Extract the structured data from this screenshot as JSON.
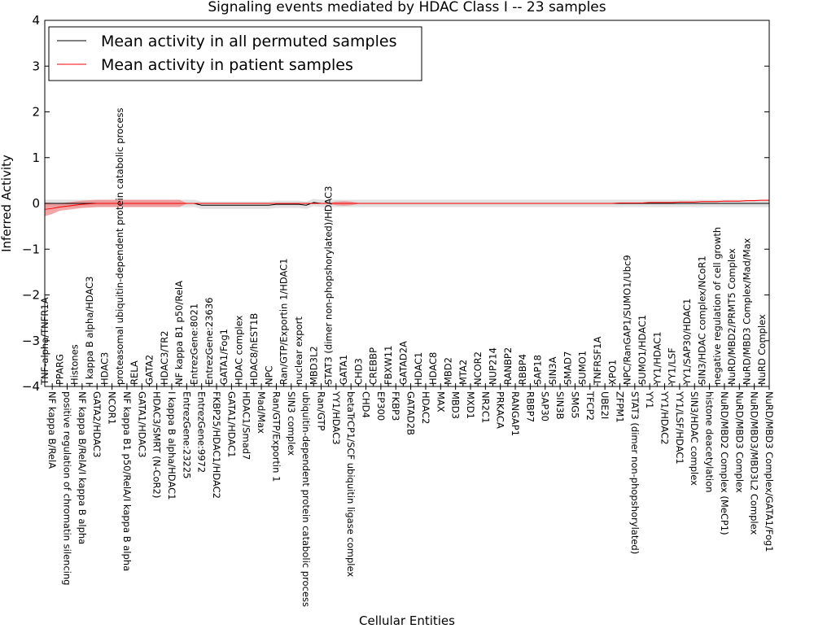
{
  "chart_data": {
    "type": "line",
    "title": "Signaling events mediated by HDAC Class I -- 23 samples",
    "xlabel": "Cellular Entities",
    "ylabel": "Inferred Activity",
    "ylim": [
      -4,
      4
    ],
    "yticks": [
      -4,
      -3,
      -2,
      -1,
      0,
      1,
      2,
      3,
      4
    ],
    "grid": false,
    "legend_placement": "top-left",
    "categories": [
      "TNF-alpha/TNFR1A",
      "NF kappa B/RelA",
      "PPARG",
      "positive regulation of chromatin silencing",
      "Histones",
      "NF kappa B/RelA/I kappa B alpha",
      "I kappa B alpha/HDAC3",
      "GATA2/HDAC3",
      "HDAC3",
      "NCOR1",
      "proteasomal ubiquitin-dependent protein catabolic process",
      "NF kappa B1 p50/RelA/I kappa B alpha",
      "RELA",
      "GATA1/HDAC3",
      "GATA2",
      "HDAC3/SMRT (N-CoR2)",
      "HDAC3/TR2",
      "I kappa B alpha/HDAC1",
      "NF kappa B1 p50/RelA",
      "EntrezGene:23225",
      "EntrezGene:8021",
      "EntrezGene:9972",
      "EntrezGene:23636",
      "FKBP25/HDAC1/HDAC2",
      "GATA1/Fog1",
      "GATA1/HDAC1",
      "HDAC complex",
      "HDAC1/Smad7",
      "HDAC8/hEST1B",
      "Mad/Max",
      "NPC",
      "Ran/GTP/Exportin 1",
      "Ran/GTP/Exportin 1/HDAC1",
      "SIN3 complex",
      "nuclear export",
      "ubiquitin-dependent protein catabolic process",
      "MBD3L2",
      "Ran/GTP",
      "STAT3 (dimer non-phopshorylated)/HDAC3",
      "YY1/HDAC3",
      "GATA1",
      "betaTrCP1/SCF ubiquitin ligase complex",
      "CHD3",
      "CHD4",
      "CREBBP",
      "EP300",
      "FBXW11",
      "FKBP3",
      "GATAD2A",
      "GATAD2B",
      "HDAC1",
      "HDAC2",
      "HDAC8",
      "MAX",
      "MBD2",
      "MBD3",
      "MTA2",
      "MXD1",
      "NCOR2",
      "NR2C1",
      "NUP214",
      "PRKACA",
      "RANBP2",
      "RANGAP1",
      "RBBP4",
      "RBBP7",
      "SAP18",
      "SAP30",
      "SIN3A",
      "SIN3B",
      "SMAD7",
      "SMG5",
      "SUMO1",
      "TFCP2",
      "TNFRSF1A",
      "UBE2I",
      "XPO1",
      "ZFPM1",
      "NPC/RanGAP1/SUMO1/Ubc9",
      "STAT3 (dimer non-phopshorylated)",
      "SUMO1/HDAC1",
      "YY1",
      "YY1/HDAC1",
      "YY1/HDAC2",
      "YY1/LSF",
      "YY1/LSF/HDAC1",
      "YY1/SAP30/HDAC1",
      "SIN3/HDAC complex",
      "SIN3/HDAC complex/NCoR1",
      "histone deacetylation",
      "negative regulation of cell growth",
      "NuRD/MBD2 Complex (MeCP1)",
      "NuRD/MBD2/PRMT5 Complex",
      "NuRD/MBD3 Complex",
      "NuRD/MBD3 Complex/Mad/Max",
      "NuRD/MBD3/MBD3L2 Complex",
      "NuRD Complex",
      "NuRD/MBD3 Complex/GATA1/Fog1"
    ],
    "series": [
      {
        "name": "Mean activity in all permuted samples",
        "color": "#000000",
        "band_color": "#d9d9d9",
        "values": [
          0,
          0,
          0,
          0,
          0,
          0,
          0,
          0,
          0,
          0,
          0,
          0,
          0,
          0,
          0,
          0,
          0,
          0,
          0,
          0,
          0,
          -0.04,
          -0.04,
          -0.04,
          -0.04,
          -0.04,
          -0.04,
          -0.04,
          -0.04,
          -0.04,
          -0.04,
          -0.02,
          -0.02,
          -0.02,
          -0.02,
          -0.04,
          0.02,
          0,
          0,
          0,
          0,
          0,
          0,
          0,
          0,
          0,
          0,
          0,
          0,
          0,
          0,
          0,
          0,
          0,
          0,
          0,
          0,
          0,
          0,
          0,
          0,
          0,
          0,
          0,
          0,
          0,
          0,
          0,
          0,
          0,
          0,
          0,
          0,
          0,
          0,
          0,
          0,
          0,
          0,
          0,
          0,
          0,
          0,
          0,
          0,
          0,
          0,
          0,
          0,
          0,
          0,
          0,
          0,
          0,
          0,
          0,
          0,
          0
        ],
        "std": [
          0.08,
          0.08,
          0.08,
          0.08,
          0.08,
          0.08,
          0.08,
          0.08,
          0.08,
          0.08,
          0.08,
          0.08,
          0.08,
          0.08,
          0.08,
          0.08,
          0.08,
          0.08,
          0.08,
          0.08,
          0.08,
          0.08,
          0.08,
          0.08,
          0.08,
          0.08,
          0.08,
          0.08,
          0.08,
          0.08,
          0.08,
          0.08,
          0.08,
          0.08,
          0.08,
          0.08,
          0.08,
          0.08,
          0.08,
          0.08,
          0.08,
          0.08,
          0.08,
          0.08,
          0.08,
          0.08,
          0.08,
          0.08,
          0.08,
          0.08,
          0.08,
          0.08,
          0.08,
          0.08,
          0.08,
          0.08,
          0.08,
          0.08,
          0.08,
          0.08,
          0.08,
          0.08,
          0.08,
          0.08,
          0.08,
          0.08,
          0.08,
          0.08,
          0.08,
          0.08,
          0.08,
          0.08,
          0.08,
          0.08,
          0.08,
          0.08,
          0.08,
          0.08,
          0.08,
          0.08,
          0.08,
          0.08,
          0.08,
          0.08,
          0.08,
          0.08,
          0.08,
          0.08,
          0.08,
          0.08,
          0.08,
          0.08,
          0.08,
          0.08,
          0.08,
          0.08,
          0.08,
          0.08
        ]
      },
      {
        "name": "Mean activity in patient samples",
        "color": "#ff0000",
        "band_color": "#f08080",
        "values": [
          -0.13,
          -0.11,
          -0.08,
          -0.06,
          -0.04,
          -0.02,
          -0.01,
          0,
          0,
          0,
          0,
          0,
          0,
          0,
          0,
          0,
          0,
          0,
          0,
          0,
          0,
          0,
          0,
          0,
          0,
          0,
          0,
          0,
          0,
          0,
          0,
          0,
          0,
          0,
          0,
          0,
          0,
          0,
          0,
          0,
          0,
          0,
          0,
          0,
          0,
          0,
          0,
          0,
          0,
          0,
          0,
          0,
          0,
          0,
          0,
          0,
          0,
          0,
          0,
          0,
          0,
          0,
          0,
          0,
          0,
          0,
          0,
          0,
          0,
          0,
          0,
          0,
          0,
          0,
          0,
          0,
          0,
          0.01,
          0.01,
          0.01,
          0.01,
          0.02,
          0.02,
          0.02,
          0.02,
          0.03,
          0.03,
          0.03,
          0.04,
          0.04,
          0.04,
          0.05,
          0.05,
          0.05,
          0.06,
          0.06,
          0.07,
          0.07
        ],
        "std": [
          0.15,
          0.12,
          0.08,
          0.08,
          0.08,
          0.08,
          0.08,
          0.08,
          0.08,
          0.08,
          0.08,
          0.08,
          0.08,
          0.08,
          0.08,
          0.08,
          0.08,
          0.08,
          0.08,
          0.01,
          0.01,
          0.01,
          0.01,
          0.01,
          0.01,
          0.01,
          0.01,
          0.01,
          0.01,
          0.01,
          0.01,
          0.01,
          0.01,
          0.01,
          0.01,
          0.01,
          0.01,
          0.01,
          0.01,
          0.04,
          0.05,
          0.04,
          0.01,
          0.01,
          0.01,
          0.01,
          0.01,
          0.01,
          0.01,
          0.01,
          0.01,
          0.01,
          0.01,
          0.01,
          0.01,
          0.01,
          0.01,
          0.01,
          0.01,
          0.01,
          0.01,
          0.01,
          0.01,
          0.01,
          0.01,
          0.01,
          0.01,
          0.01,
          0.01,
          0.01,
          0.01,
          0.01,
          0.01,
          0.01,
          0.01,
          0.01,
          0.01,
          0.01,
          0.01,
          0.01,
          0.01,
          0.01,
          0.01,
          0.01,
          0.01,
          0.01,
          0.01,
          0.01,
          0.01,
          0.01,
          0.01,
          0.01,
          0.01,
          0.01,
          0.01,
          0.01,
          0.01,
          0.01
        ]
      }
    ],
    "reference_line": {
      "y": 0,
      "style": "dotted",
      "color": "#000000"
    }
  }
}
